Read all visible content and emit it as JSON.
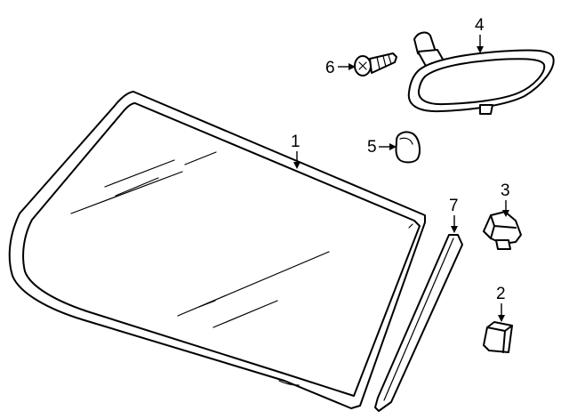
{
  "diagram": {
    "callouts": [
      {
        "id": "c1",
        "label": "1",
        "part": "windshield-glass"
      },
      {
        "id": "c2",
        "label": "2",
        "part": "cover-cap"
      },
      {
        "id": "c3",
        "label": "3",
        "part": "retainer-clip"
      },
      {
        "id": "c4",
        "label": "4",
        "part": "rearview-mirror"
      },
      {
        "id": "c5",
        "label": "5",
        "part": "mirror-base-cover"
      },
      {
        "id": "c6",
        "label": "6",
        "part": "screw"
      },
      {
        "id": "c7",
        "label": "7",
        "part": "side-molding"
      }
    ],
    "colors": {
      "line": "#000000",
      "background": "#ffffff"
    }
  }
}
